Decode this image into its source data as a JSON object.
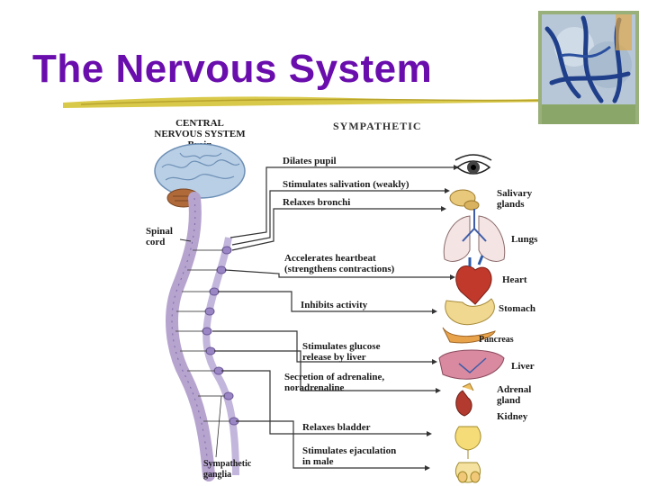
{
  "slide": {
    "title": "The Nervous System"
  },
  "diagram": {
    "cns_label": [
      "CENTRAL",
      "NERVOUS SYSTEM",
      "Brain"
    ],
    "sympathetic_label": "SYMPATHETIC",
    "spinal_cord_label": [
      "Spinal",
      "cord"
    ],
    "ganglia_label": [
      "Sympathetic",
      "ganglia"
    ],
    "effects": [
      [
        "Dilates pupil"
      ],
      [
        "Stimulates salivation (weakly)"
      ],
      [
        "Relaxes bronchi"
      ],
      [
        "Accelerates heartbeat",
        "(strengthens contractions)"
      ],
      [
        "Inhibits activity"
      ],
      [
        "Stimulates glucose",
        "release by liver"
      ],
      [
        "Secretion of adrenaline,",
        "noradrenaline"
      ],
      [
        "Relaxes bladder"
      ],
      [
        "Stimulates ejaculation",
        "in male"
      ]
    ],
    "organs": [
      [
        "Salivary",
        "glands"
      ],
      [
        "Lungs"
      ],
      [
        "Heart"
      ],
      [
        "Stomach"
      ],
      [
        "Pancreas"
      ],
      [
        "Liver"
      ],
      [
        "Adrenal",
        "gland"
      ],
      [
        "Kidney"
      ]
    ]
  }
}
